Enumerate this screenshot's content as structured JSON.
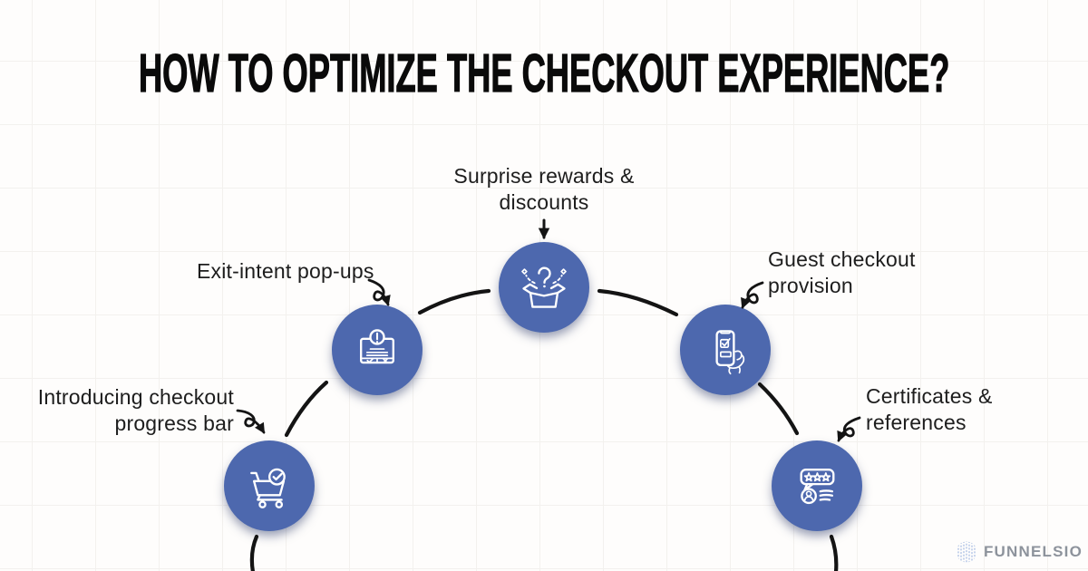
{
  "title": "HOW TO OPTIMIZE THE CHECKOUT EXPERIENCE?",
  "steps": [
    {
      "label": "Introducing checkout\nprogress bar",
      "icon": "cart-check-icon"
    },
    {
      "label": "Exit-intent pop-ups",
      "icon": "popup-alert-icon"
    },
    {
      "label": "Surprise rewards &\ndiscounts",
      "icon": "surprise-box-icon"
    },
    {
      "label": "Guest checkout\nprovision",
      "icon": "phone-checklist-icon"
    },
    {
      "label": "Certificates &\nreferences",
      "icon": "review-stars-icon"
    }
  ],
  "logo": {
    "text": "FUNNELSIO"
  },
  "colors": {
    "node_blue": "#4d68ae",
    "connector_black": "#141414",
    "background": "#fefdfc",
    "grid_line": "#f3f1ee",
    "label_text": "#1d1d1d",
    "title_text": "#0a0a0a",
    "logo_text": "#8d939c",
    "logo_icon_blue": "#b5c6e6"
  }
}
